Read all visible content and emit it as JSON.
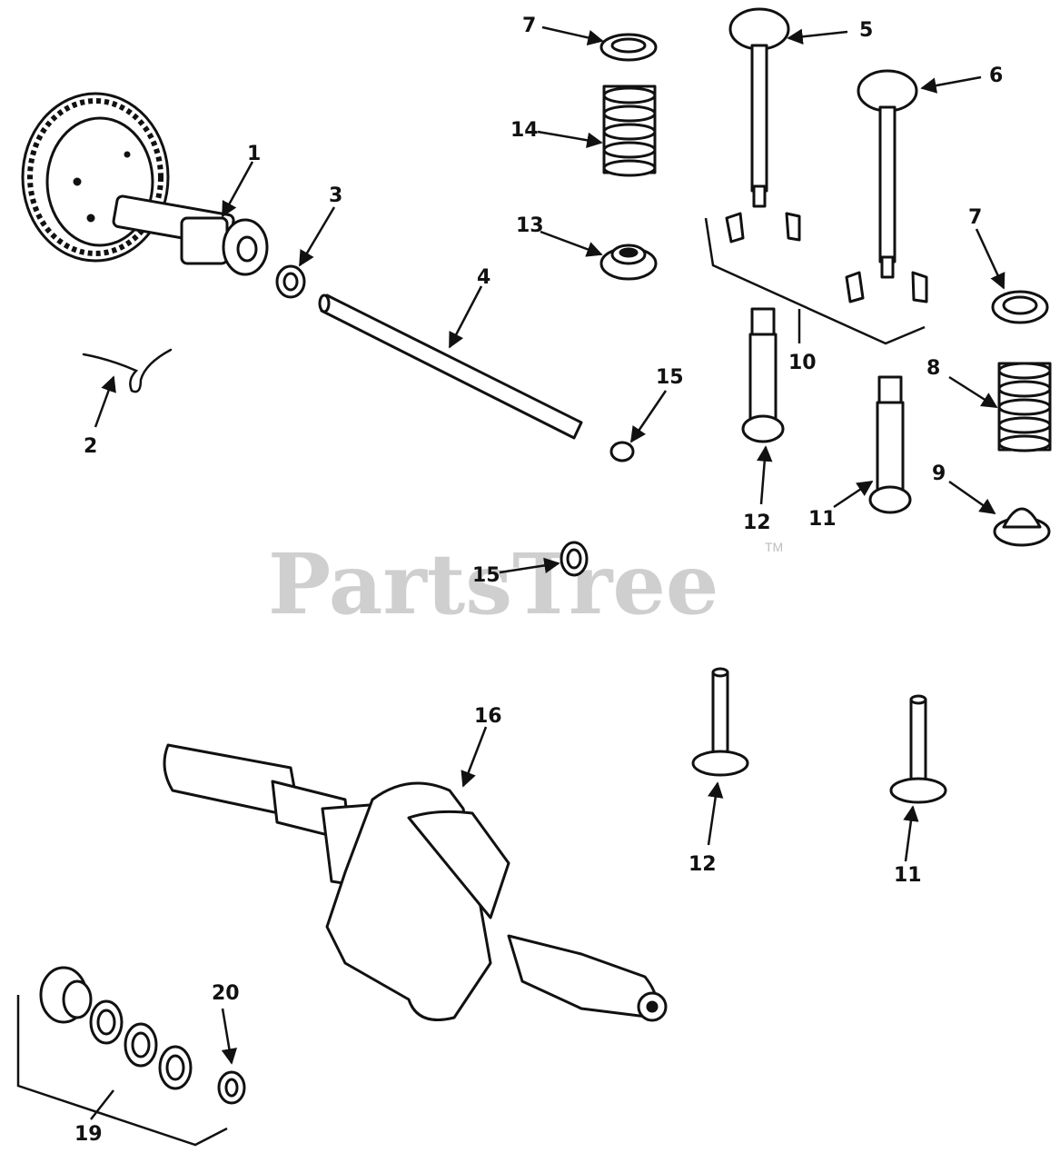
{
  "watermark": {
    "text": "PartsTree",
    "trademark": "TM"
  },
  "callouts": {
    "c1": "1",
    "c2": "2",
    "c3": "3",
    "c4": "4",
    "c5": "5",
    "c6": "6",
    "c7a": "7",
    "c7b": "7",
    "c8": "8",
    "c9": "9",
    "c10": "10",
    "c11a": "11",
    "c11b": "11",
    "c12a": "12",
    "c12b": "12",
    "c13": "13",
    "c14": "14",
    "c15a": "15",
    "c15b": "15",
    "c16": "16",
    "c19": "19",
    "c20": "20"
  }
}
